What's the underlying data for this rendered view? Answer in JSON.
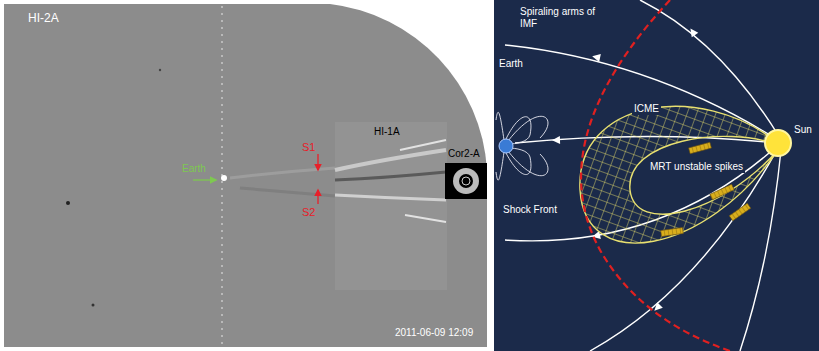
{
  "diagram": {
    "labels": [
      "HI-2A",
      "HI-1A",
      "Cor2-A",
      "Earth",
      "S1",
      "S2",
      "2011-06-09 12:09",
      "Spiraling arms of IMF",
      "Earth",
      "ICME",
      "Sun",
      "MRT unstable spikes",
      "Shock Front"
    ]
  }
}
